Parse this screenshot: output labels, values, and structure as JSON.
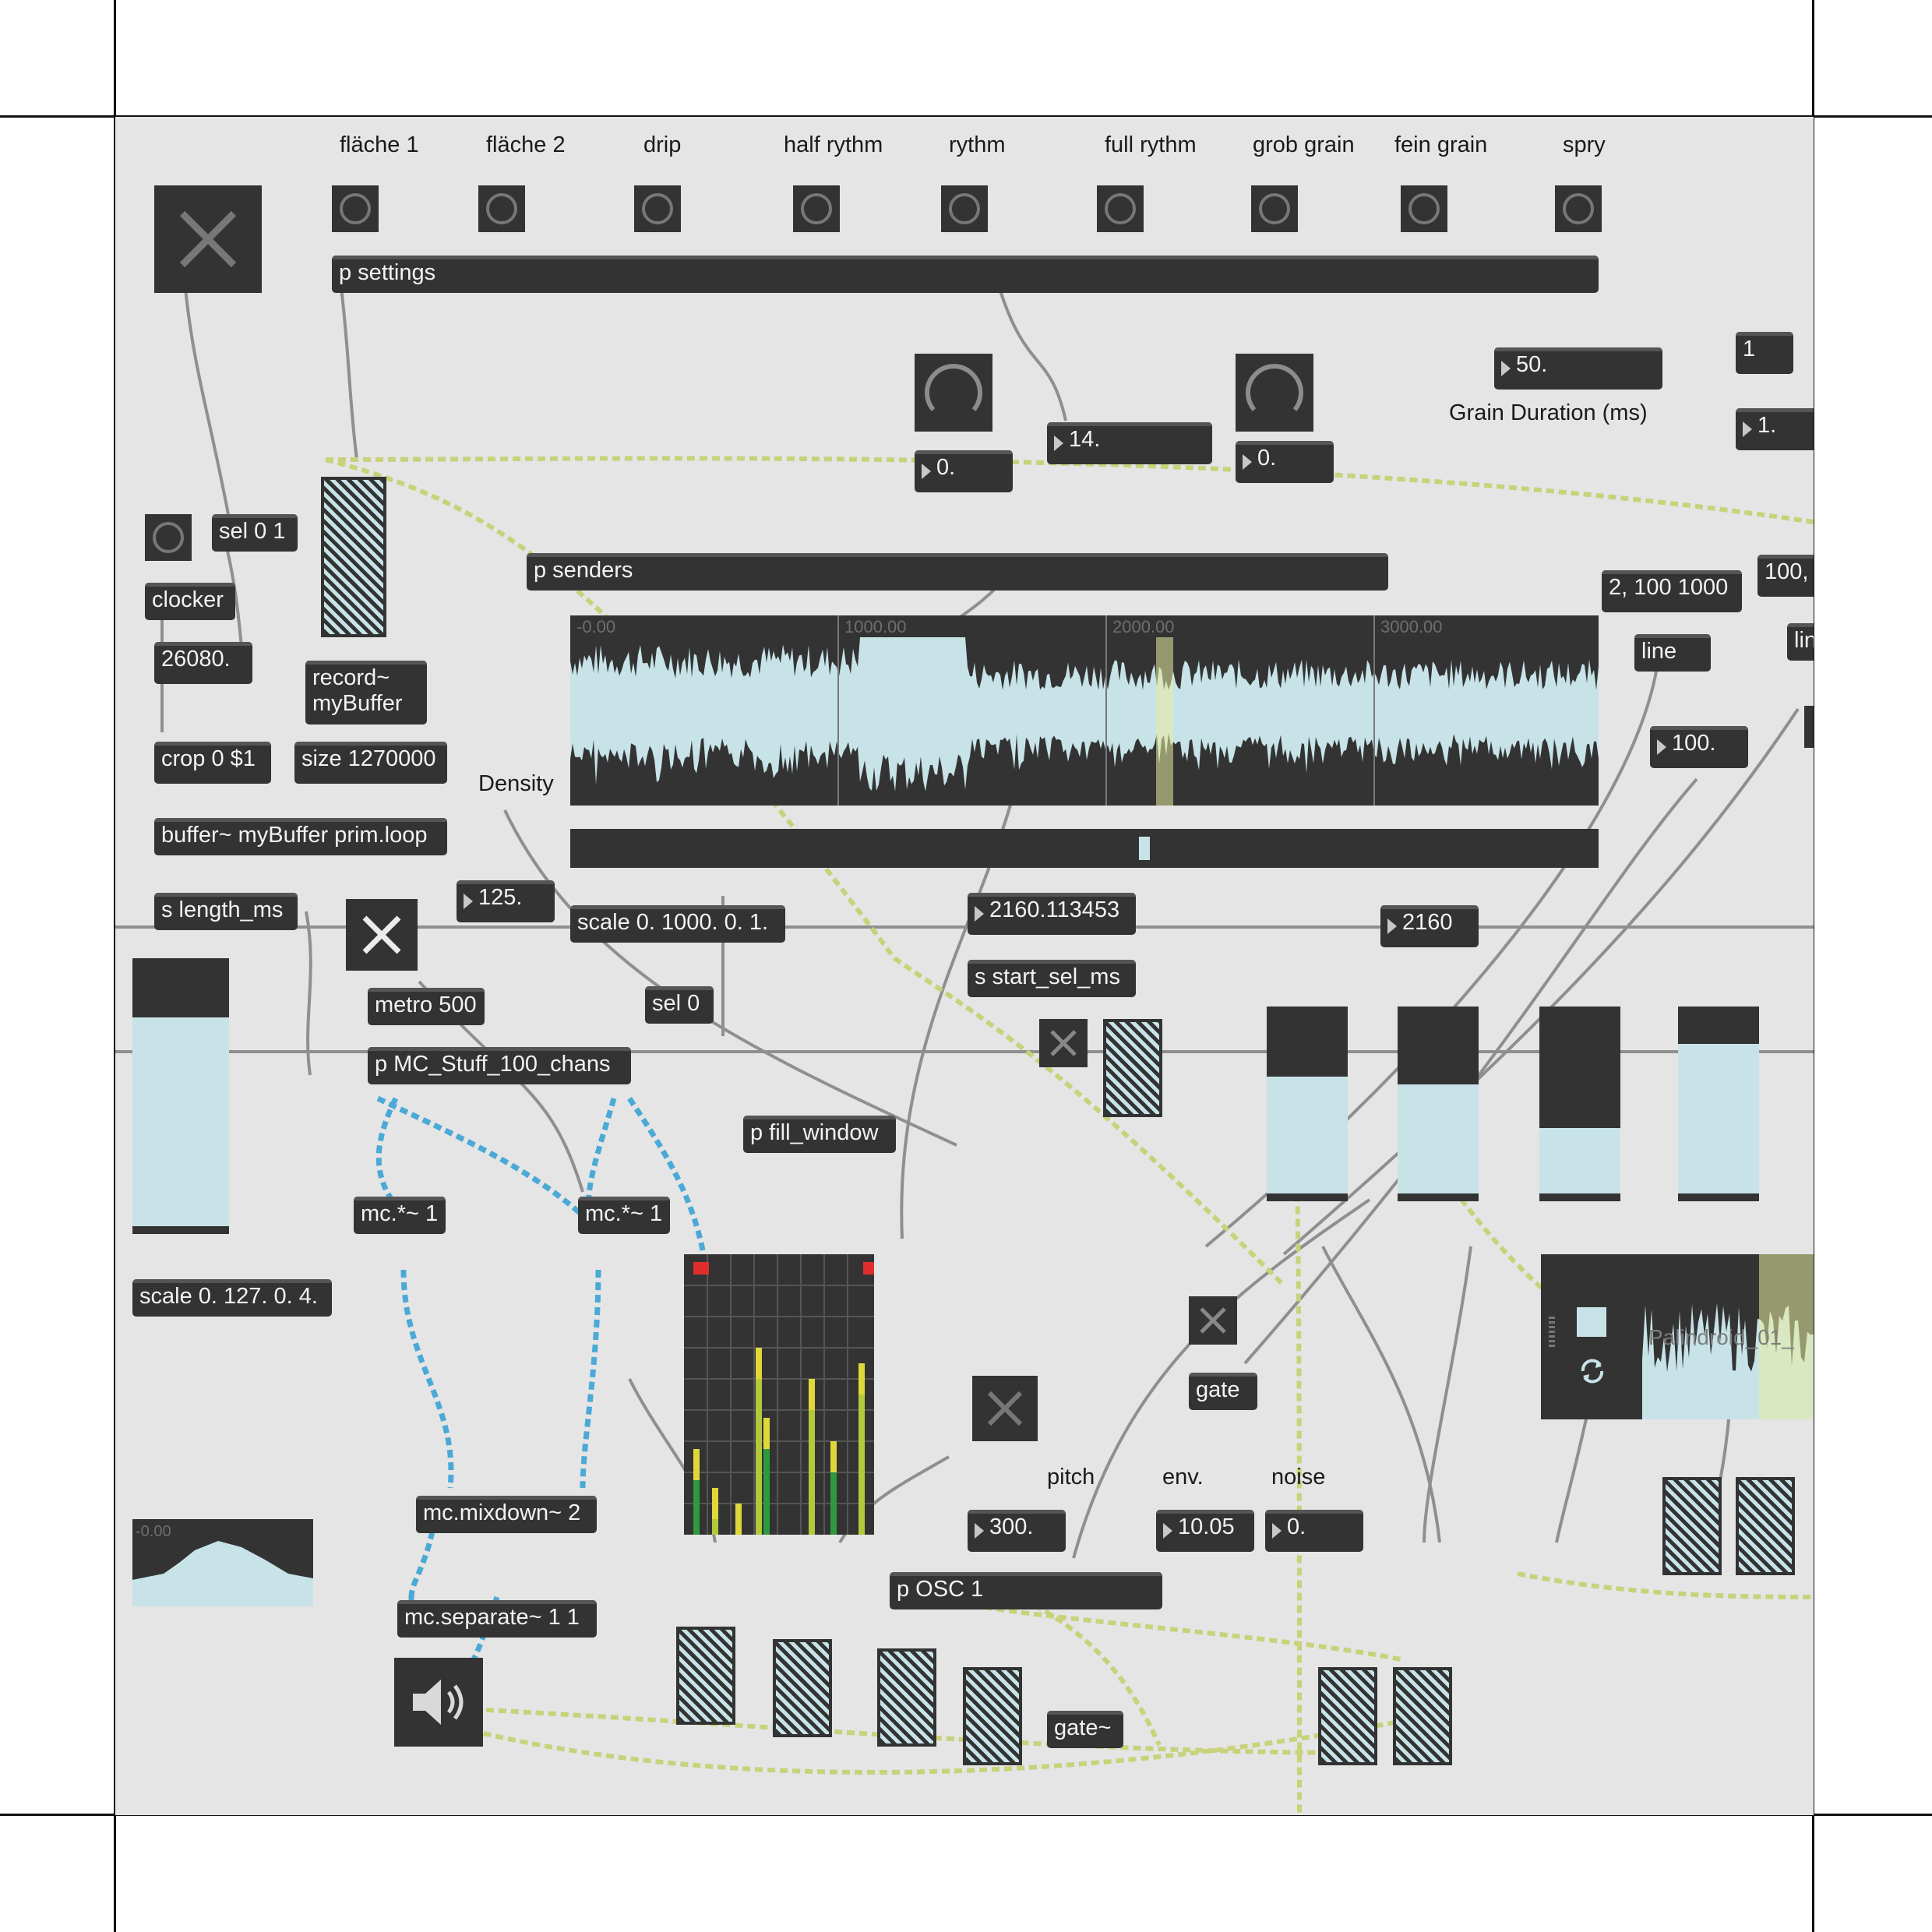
{
  "top_labels": [
    "fläche 1",
    "fläche 2",
    "drip",
    "half rythm",
    "rythm",
    "full rythm",
    "grob grain",
    "fein grain",
    "spry"
  ],
  "objects": {
    "p_settings": "p settings",
    "p_senders": "p senders",
    "sel01": "sel 0 1",
    "clocker": "clocker",
    "n26080": "26080.",
    "record": "record~\nmyBuffer",
    "crop": "crop 0 $1",
    "size": "size 1270000",
    "buffer": "buffer~ myBuffer prim.loop",
    "slength": "s length_ms",
    "n125": "125.",
    "scale1000": "scale 0. 1000. 0. 1.",
    "n2160a": "2160.113453",
    "n2160b": "2160",
    "sstart": "s start_sel_ms",
    "sel0": "sel 0",
    "metro": "metro 500",
    "pmc": "p MC_Stuff_100_chans",
    "pfill": "p fill_window",
    "mc1": "mc.*~ 1",
    "mc2": "mc.*~ 1",
    "scale127": "scale 0. 127. 0. 4.",
    "mixdown": "mc.mixdown~ 2",
    "separate": "mc.separate~ 1 1",
    "gate": "gate",
    "gate_sig": "gate~",
    "posc": "p OSC 1",
    "n300": "300.",
    "n1005": "10.05",
    "n0c": "0.",
    "n14": "14.",
    "n0a": "0.",
    "n0b": "0.",
    "n50": "50.",
    "n1a": "1",
    "n1b": "1.",
    "msg2100": "2, 100 1000",
    "msg100c": "100,",
    "line": "line",
    "lin": "lin",
    "n100": "100."
  },
  "labels": {
    "grain_duration": "Grain Duration (ms)",
    "density": "Density",
    "pitch": "pitch",
    "env": "env.",
    "noise": "noise"
  },
  "waveform": {
    "ruler": [
      "-0.00",
      "1000.00",
      "2000.00",
      "3000.00"
    ],
    "selection_ms": 2160.113453
  },
  "envelope_ruler": "-0.00",
  "playlist_clip": "Palindroid_01_",
  "colors": {
    "object_bg": "#333333",
    "patch_bg": "#e5e5e5",
    "wave_fill": "#c7e3e8",
    "mc_cord": "#4ba9d6",
    "signal_cord": "#c8d27a",
    "selection": "#e8ec9e"
  }
}
